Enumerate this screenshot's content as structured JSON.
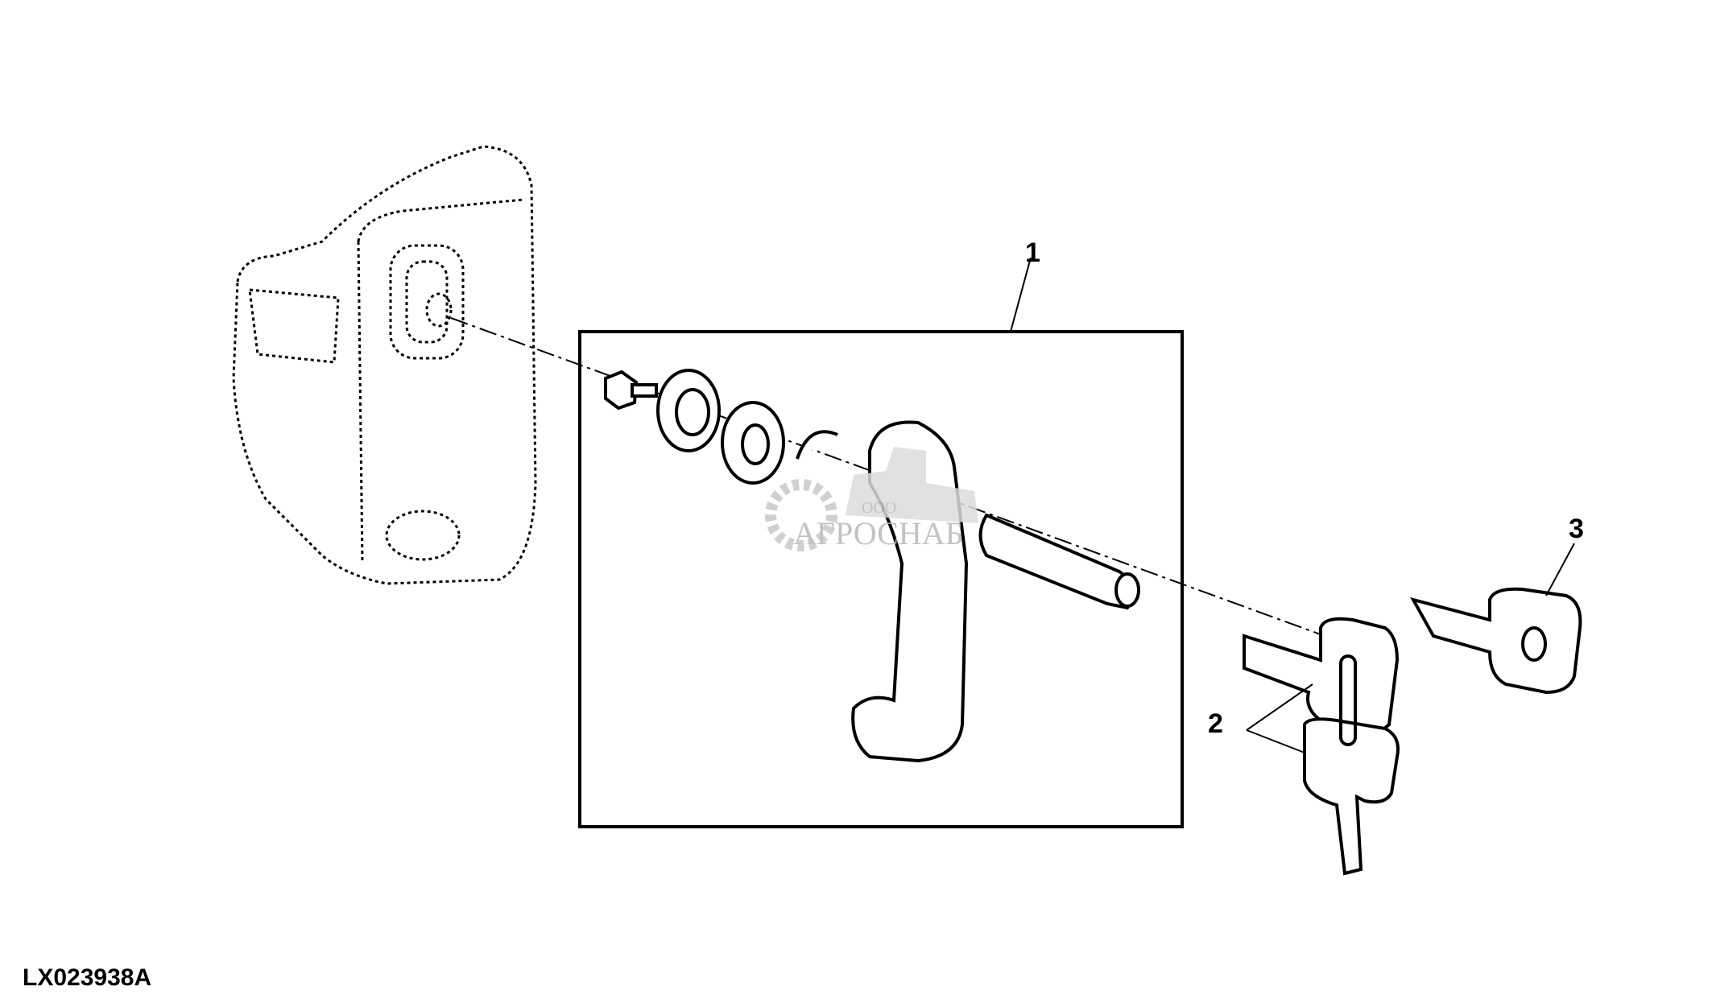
{
  "figure_id": "LX023938A",
  "callouts": [
    {
      "number": "1"
    },
    {
      "number": "2"
    },
    {
      "number": "3"
    }
  ],
  "watermark": {
    "prefix": "ООО",
    "name": "АГРОСНАБ"
  },
  "colors": {
    "line": "#000000",
    "watermark": "#b9b9b9"
  }
}
